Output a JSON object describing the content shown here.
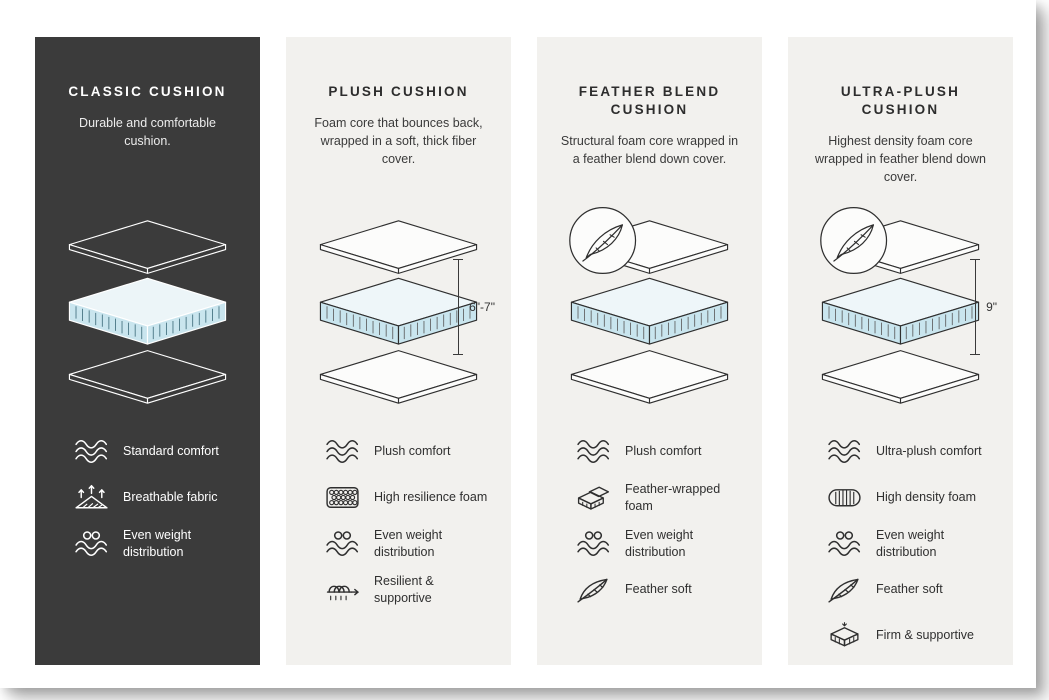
{
  "palette": {
    "dark_column_bg": "#3b3b3b",
    "light_column_bg": "#f2f1ee",
    "foam_side_blue": "#c9e5ee",
    "line_color": "#2f2f2f"
  },
  "columns": [
    {
      "title": "CLASSIC CUSHION",
      "description": "Durable and comfortable cushion.",
      "theme": "dark",
      "feather_badge": false,
      "dimension_label": "",
      "features": [
        {
          "icon": "waves-icon",
          "label": "Standard comfort"
        },
        {
          "icon": "breathable-fabric-icon",
          "label": "Breathable fabric"
        },
        {
          "icon": "weight-distribution-icon",
          "label": "Even weight distribution"
        }
      ]
    },
    {
      "title": "PLUSH CUSHION",
      "description": "Foam core that bounces back, wrapped in a soft, thick fiber cover.",
      "theme": "light",
      "feather_badge": false,
      "dimension_label": "6\"-7\"",
      "features": [
        {
          "icon": "waves-icon",
          "label": "Plush comfort"
        },
        {
          "icon": "foam-bubbles-icon",
          "label": "High resilience foam"
        },
        {
          "icon": "weight-distribution-icon",
          "label": "Even weight distribution"
        },
        {
          "icon": "spring-icon",
          "label": "Resilient & supportive"
        }
      ]
    },
    {
      "title": "FEATHER BLEND CUSHION",
      "description": "Structural foam core wrapped in a feather blend down cover.",
      "theme": "light",
      "feather_badge": true,
      "dimension_label": "",
      "features": [
        {
          "icon": "waves-icon",
          "label": "Plush comfort"
        },
        {
          "icon": "foam-bricks-icon",
          "label": "Feather-wrapped foam"
        },
        {
          "icon": "weight-distribution-icon",
          "label": "Even weight distribution"
        },
        {
          "icon": "feather-icon",
          "label": "Feather soft"
        }
      ]
    },
    {
      "title": "ULTRA-PLUSH CUSHION",
      "description": "Highest density foam core wrapped in feather blend down cover.",
      "theme": "light",
      "feather_badge": true,
      "dimension_label": "9\"",
      "features": [
        {
          "icon": "waves-icon",
          "label": "Ultra-plush comfort"
        },
        {
          "icon": "dense-foam-icon",
          "label": "High density foam"
        },
        {
          "icon": "weight-distribution-icon",
          "label": "Even weight distribution"
        },
        {
          "icon": "feather-icon",
          "label": "Feather soft"
        },
        {
          "icon": "firm-supportive-icon",
          "label": "Firm & supportive"
        }
      ]
    }
  ]
}
